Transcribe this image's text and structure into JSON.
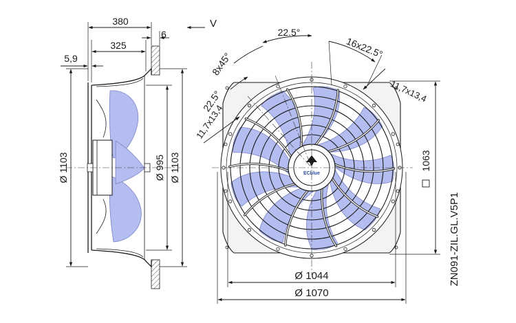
{
  "side_view": {
    "width_overall": "380",
    "width_body": "325",
    "flange_thickness": "6",
    "offset_left": "5,9",
    "dia_outer_left": "Ø 1103",
    "dia_inner": "Ø 995",
    "dia_outer_right": "Ø 1103"
  },
  "front_view": {
    "view_marker": "V",
    "angle_top": "22.5°",
    "holes_pattern_top": "16x22.5°",
    "holes_pattern_left": "8x45°",
    "angle_left": "22.5°",
    "slot_left": "11,7x13,4",
    "slot_right": "11,7x13,4",
    "square_size": "1063",
    "dia_bolt_circle": "Ø 1044",
    "dia_flange": "Ø 1070",
    "brand": "ECblue"
  },
  "drawing_code": "ZN091-ZIL.GL.V5P1",
  "colors": {
    "blade_fill": "#b4bdf0",
    "blade_stroke": "#7b84c7",
    "flange_fill": "#f3f3f3",
    "line": "#1a1a1a",
    "hatch": "#555555"
  }
}
